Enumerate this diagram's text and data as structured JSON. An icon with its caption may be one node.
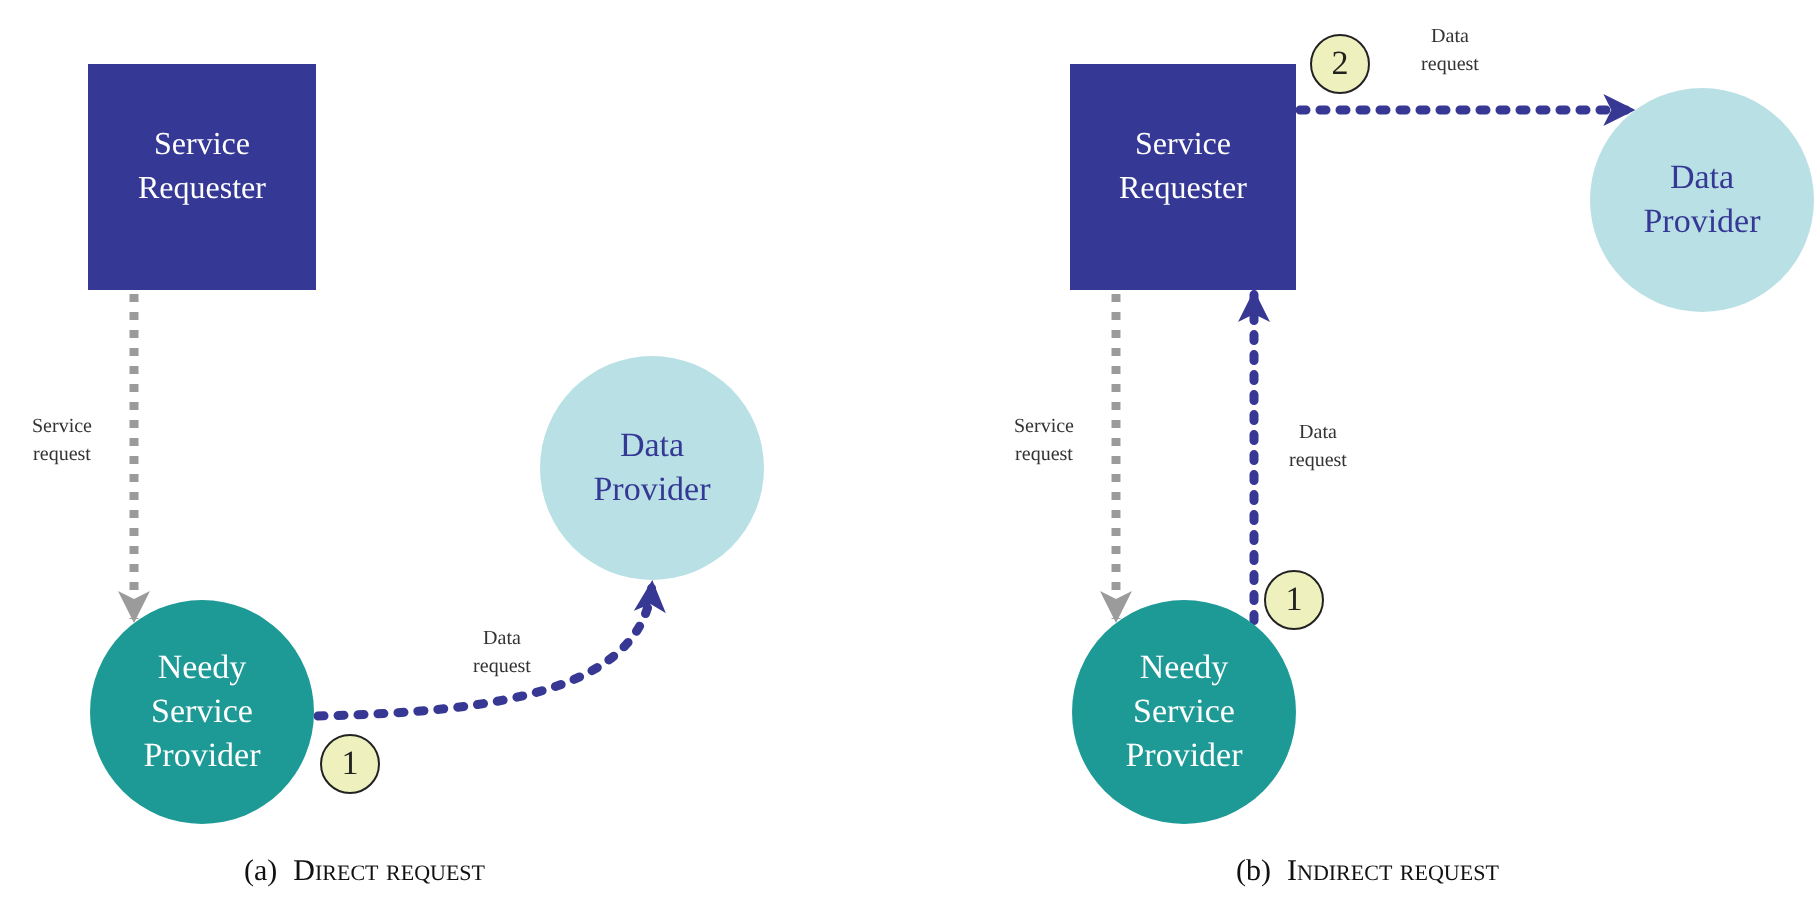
{
  "diagram": {
    "nodes": [
      {
        "text": [
          "Service Requester"
        ]
      },
      {
        "text": [
          "Needy Service Provider"
        ]
      },
      {
        "text": [
          "Data Provider"
        ]
      },
      {
        "text": [
          "1"
        ]
      },
      {
        "text": [
          "Service Requester"
        ]
      },
      {
        "text": [
          "2"
        ]
      },
      {
        "text": [
          "Data Provider"
        ]
      },
      {
        "text": [
          "1"
        ]
      },
      {
        "text": [
          "Needy Service Provider"
        ]
      }
    ],
    "edges": [
      {
        "from": 0,
        "to": 1,
        "arrow": "to",
        "label": "Service request",
        "style": "dashed",
        "color": "#9b9b9b"
      },
      {
        "from": 1,
        "to": 2,
        "arrow": "to",
        "label": "Data request",
        "style": "dashed"
      },
      {
        "from": 4,
        "to": 8,
        "arrow": "to",
        "label": "Service request",
        "style": "dashed",
        "color": "#9b9b9b"
      },
      {
        "from": 8,
        "to": 4,
        "arrow": "to",
        "label": "Data request",
        "style": "dashed"
      },
      {
        "from": 4,
        "to": 6,
        "arrow": "to",
        "label": "Data request",
        "style": "dashed"
      }
    ],
    "labels": [
      "(a)",
      "Direct request",
      "(b)",
      "Indirect request"
    ]
  }
}
